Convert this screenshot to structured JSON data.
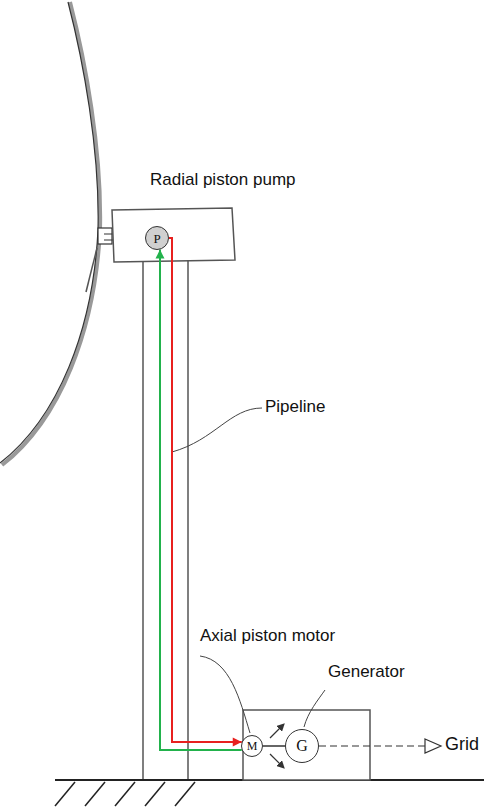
{
  "diagram": {
    "nodes": [
      {
        "text": [
          "P"
        ]
      },
      {
        "text": [
          "M"
        ]
      },
      {
        "text": [
          "G"
        ]
      }
    ],
    "edges": [
      {
        "from": 0,
        "to": 1,
        "arrow": "to"
      },
      {
        "from": 1,
        "to": 0,
        "arrow": "to"
      },
      {
        "from": 1,
        "to": 2,
        "arrow": "none"
      }
    ],
    "labels": [
      "Radial piston pump",
      "Pipeline",
      "Axial piston motor",
      "Generator",
      "Grid"
    ]
  }
}
